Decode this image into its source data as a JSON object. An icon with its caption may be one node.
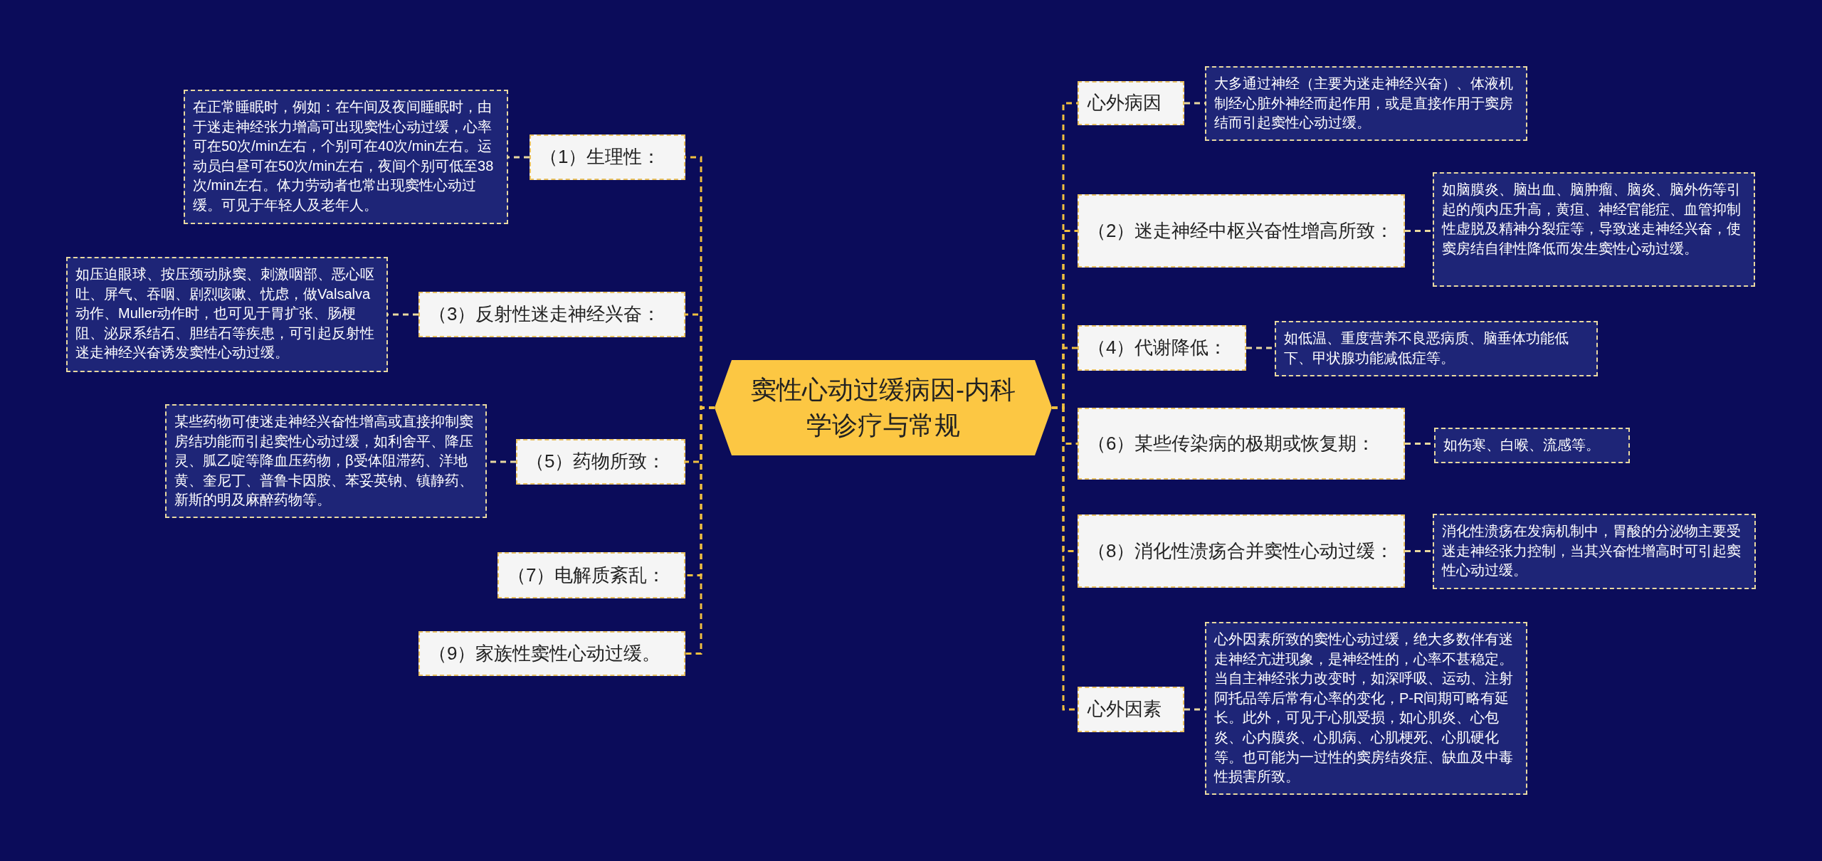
{
  "diagram": {
    "nodes": [
      {
        "text": [
          "窦性心动过缓病因-内科学诊疗与常规"
        ]
      },
      {
        "text": [
          "（1）生理性："
        ]
      },
      {
        "text": [
          "在正常睡眠时，例如：在午间及夜间睡眠时，由于迷走神经张力增高可出现窦性心动过缓，心率可在50次/min左右，个别可在40次/min左右。运动员白昼可在50次/min左右，夜间个别可低至38次/min左右。体力劳动者也常出现窦性心动过缓。可见于年轻人及老年人。"
        ]
      },
      {
        "text": [
          "（3）反射性迷走神经兴奋："
        ]
      },
      {
        "text": [
          "如压迫眼球、按压颈动脉窦、刺激咽部、恶心呕吐、屏气、吞咽、剧烈咳嗽、忧虑，做Valsalva动作、Muller动作时，也可见于胃扩张、肠梗阻、泌尿系结石、胆结石等疾患，可引起反射性迷走神经兴奋诱发窦性心动过缓。"
        ]
      },
      {
        "text": [
          "（5）药物所致："
        ]
      },
      {
        "text": [
          "某些药物可使迷走神经兴奋性增高或直接抑制窦房结功能而引起窦性心动过缓，如利舍平、降压灵、胍乙啶等降血压药物，β受体阻滞药、洋地黄、奎尼丁、普鲁卡因胺、苯妥英钠、镇静药、新斯的明及麻醉药物等。"
        ]
      },
      {
        "text": [
          "（7）电解质紊乱："
        ]
      },
      {
        "text": [
          "（9）家族性窦性心动过缓。"
        ]
      },
      {
        "text": [
          "心外病因"
        ]
      },
      {
        "text": [
          "大多通过神经（主要为迷走神经兴奋）、体液机制经心脏外神经而起作用，或是直接作用于窦房结而引起窦性心动过缓。"
        ]
      },
      {
        "text": [
          "（2）迷走神经中枢兴奋性增高所致："
        ]
      },
      {
        "text": [
          "如脑膜炎、脑出血、脑肿瘤、脑炎、脑外伤等引起的颅内压升高，黄疸、神经官能症、血管抑制性虚脱及精神分裂症等，导致迷走神经兴奋，使窦房结自律性降低而发生窦性心动过缓。"
        ]
      },
      {
        "text": [
          "（4）代谢降低："
        ]
      },
      {
        "text": [
          "如低温、重度营养不良恶病质、脑垂体功能低下、甲状腺功能减低症等。"
        ]
      },
      {
        "text": [
          "（6）某些传染病的极期或恢复期："
        ]
      },
      {
        "text": [
          "如伤寒、白喉、流感等。"
        ]
      },
      {
        "text": [
          "（8）消化性溃疡合并窦性心动过缓："
        ]
      },
      {
        "text": [
          "消化性溃疡在发病机制中，胃酸的分泌物主要受迷走神经张力控制，当其兴奋性增高时可引起窦性心动过缓。"
        ]
      },
      {
        "text": [
          "心外因素"
        ]
      },
      {
        "text": [
          "心外因素所致的窦性心动过缓，绝大多数伴有迷走神经亢进现象，是神经性的，心率不甚稳定。当自主神经张力改变时，如深呼吸、运动、注射阿托品等后常有心率的变化，P-R间期可略有延长。此外，可见于心肌受损，如心肌炎、心包炎、心内膜炎、心肌病、心肌梗死、心肌硬化等。也可能为一过性的窦房结炎症、缺血及中毒性损害所致。"
        ]
      }
    ],
    "edges": [
      {
        "from": 0,
        "to": 1,
        "arrow": "none",
        "style": "dashed"
      },
      {
        "from": 1,
        "to": 2,
        "arrow": "none",
        "style": "dashed",
        "color": "#e8d8a0"
      },
      {
        "from": 0,
        "to": 3,
        "arrow": "none",
        "style": "dashed"
      },
      {
        "from": 3,
        "to": 4,
        "arrow": "none",
        "style": "dashed",
        "color": "#e8d8a0"
      },
      {
        "from": 0,
        "to": 5,
        "arrow": "none",
        "style": "dashed"
      },
      {
        "from": 5,
        "to": 6,
        "arrow": "none",
        "style": "dashed",
        "color": "#e8d8a0"
      },
      {
        "from": 0,
        "to": 7,
        "arrow": "none",
        "style": "dashed"
      },
      {
        "from": 0,
        "to": 8,
        "arrow": "none",
        "style": "dashed"
      },
      {
        "from": 0,
        "to": 9,
        "arrow": "none",
        "style": "dashed"
      },
      {
        "from": 9,
        "to": 10,
        "arrow": "none",
        "style": "dashed",
        "color": "#e8d8a0"
      },
      {
        "from": 0,
        "to": 11,
        "arrow": "none",
        "style": "dashed"
      },
      {
        "from": 11,
        "to": 12,
        "arrow": "none",
        "style": "dashed",
        "color": "#e8d8a0"
      },
      {
        "from": 0,
        "to": 13,
        "arrow": "none",
        "style": "dashed"
      },
      {
        "from": 13,
        "to": 14,
        "arrow": "none",
        "style": "dashed",
        "color": "#e8d8a0"
      },
      {
        "from": 0,
        "to": 15,
        "arrow": "none",
        "style": "dashed"
      },
      {
        "from": 15,
        "to": 16,
        "arrow": "none",
        "style": "dashed",
        "color": "#e8d8a0"
      },
      {
        "from": 0,
        "to": 17,
        "arrow": "none",
        "style": "dashed"
      },
      {
        "from": 17,
        "to": 18,
        "arrow": "none",
        "style": "dashed",
        "color": "#e8d8a0"
      },
      {
        "from": 0,
        "to": 19,
        "arrow": "none",
        "style": "dashed"
      },
      {
        "from": 19,
        "to": 20,
        "arrow": "none",
        "style": "dashed",
        "color": "#e8d8a0"
      }
    ]
  }
}
